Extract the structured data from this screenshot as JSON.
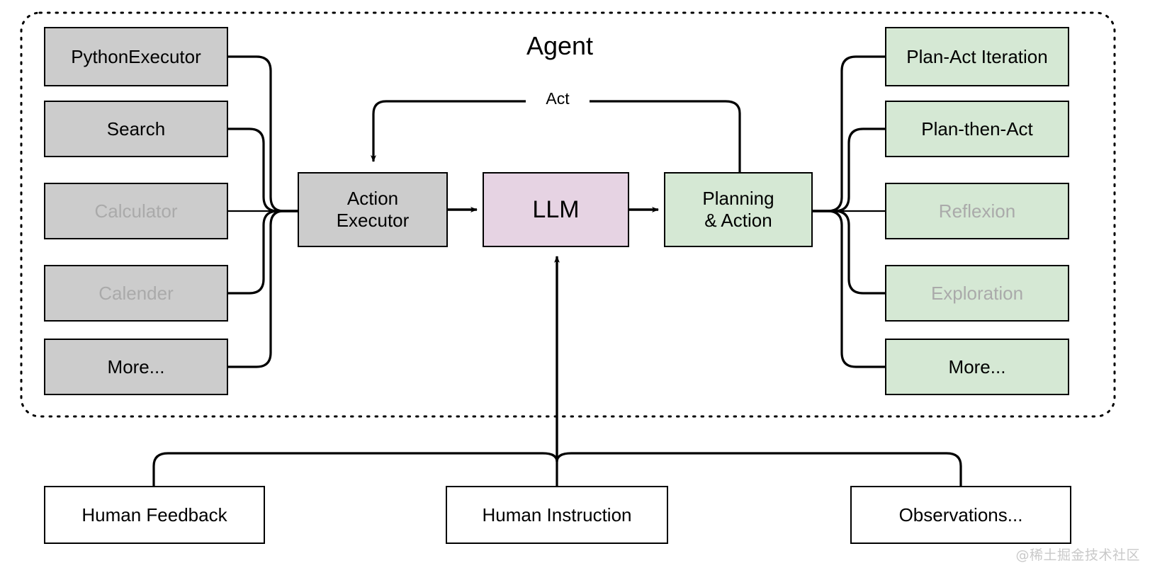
{
  "diagram": {
    "title": "Agent",
    "watermark": "@稀土掘金技术社区",
    "colors": {
      "tool_fill": "#cccccc",
      "plan_fill": "#d5e8d4",
      "llm_fill": "#e6d3e3",
      "io_fill": "#ffffff",
      "stroke": "#000000",
      "dim_text": "#aaaaaa",
      "background": "#ffffff"
    },
    "container": {
      "label": "Agent",
      "border_style": "dotted",
      "rounded": true
    },
    "tools": [
      {
        "label": "PythonExecutor",
        "dimmed": false
      },
      {
        "label": "Search",
        "dimmed": false
      },
      {
        "label": "Calculator",
        "dimmed": true
      },
      {
        "label": "Calender",
        "dimmed": true
      },
      {
        "label": "More...",
        "dimmed": false
      }
    ],
    "core": [
      {
        "label": "Action\nExecutor",
        "kind": "tool"
      },
      {
        "label": "LLM",
        "kind": "llm"
      },
      {
        "label": "Planning\n& Action",
        "kind": "plan"
      }
    ],
    "strategies": [
      {
        "label": "Plan-Act Iteration",
        "dimmed": false
      },
      {
        "label": "Plan-then-Act",
        "dimmed": false
      },
      {
        "label": "Reflexion",
        "dimmed": true
      },
      {
        "label": "Exploration",
        "dimmed": true
      },
      {
        "label": "More...",
        "dimmed": false
      }
    ],
    "inputs": [
      {
        "label": "Human Feedback"
      },
      {
        "label": "Human Instruction"
      },
      {
        "label": "Observations..."
      }
    ],
    "edge_labels": {
      "act": "Act"
    }
  }
}
